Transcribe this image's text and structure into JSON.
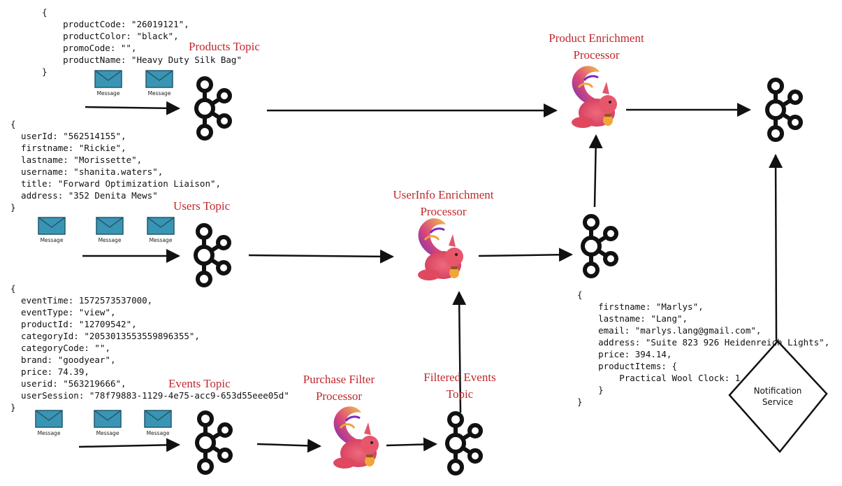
{
  "colors": {
    "title": "#c0282d",
    "envelope": "#3a95b5",
    "line": "#111111"
  },
  "code_blocks": {
    "products": [
      "{",
      "    productCode: \"26019121\",",
      "    productColor: \"black\",",
      "    promoCode: \"\",",
      "    productName: \"Heavy Duty Silk Bag\"",
      "}"
    ],
    "users": [
      "{",
      "  userId: \"562514155\",",
      "  firstname: \"Rickie\",",
      "  lastname: \"Morissette\",",
      "  username: \"shanita.waters\",",
      "  title: \"Forward Optimization Liaison\",",
      "  address: \"352 Denita Mews\"",
      "}"
    ],
    "events": [
      "{",
      "  eventTime: 1572573537000,",
      "  eventType: \"view\",",
      "  productId: \"12709542\",",
      "  categoryId: \"2053013553559896355\",",
      "  categoryCode: \"\",",
      "  brand: \"goodyear\",",
      "  price: 74.39,",
      "  userid: \"563219666\",",
      "  userSession: \"78f79883-1129-4e75-acc9-653d55eee05d\"",
      "}"
    ],
    "enriched": [
      "{",
      "    firstname: \"Marlys\",",
      "    lastname: \"Lang\",",
      "    email: \"marlys.lang@gmail.com\",",
      "    address: \"Suite 823 926 Heidenreich Lights\",",
      "    price: 394.14,",
      "    productItems: {",
      "        Practical Wool Clock: 1",
      "    }",
      "}"
    ]
  },
  "titles": {
    "products_topic": "Products Topic",
    "users_topic": "Users Topic",
    "events_topic": "Events Topic",
    "filtered_events_topic": "Filtered Events\nTopic",
    "purchase_filter_processor": "Purchase Filter\nProcessor",
    "userinfo_enrichment_processor": "UserInfo Enrichment\nProcessor",
    "product_enrichment_processor": "Product Enrichment\nProcessor"
  },
  "message_label": "Message",
  "notification_service": "Notification\nService",
  "icons": {
    "topic": "kafka-icon",
    "processor": "flink-squirrel-icon",
    "message": "envelope-icon"
  }
}
